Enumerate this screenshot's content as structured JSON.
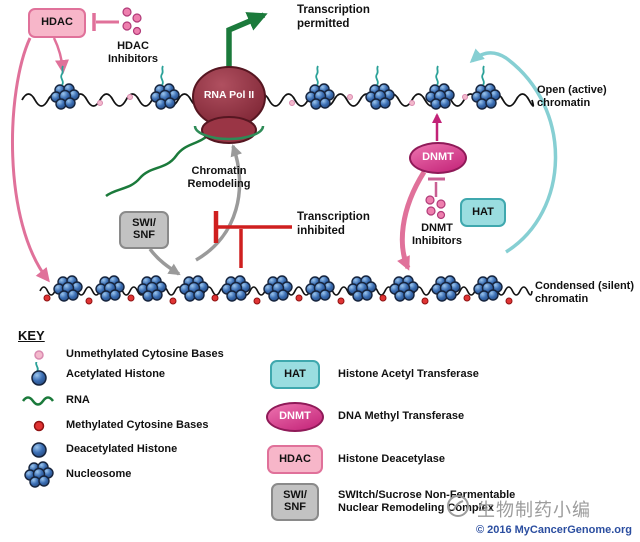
{
  "diagram": {
    "hdac": "HDAC",
    "hdac_inhibitors": "HDAC\nInhibitors",
    "transcription_permitted": "Transcription\npermitted",
    "rna_pol": "RNA Pol II",
    "open_chromatin": "Open (active)\nchromatin",
    "chromatin_remodeling": "Chromatin\nRemodeling",
    "swi_snf": "SWI/\nSNF",
    "transcription_inhibited": "Transcription\ninhibited",
    "dnmt": "DNMT",
    "dnmt_inhibitors": "DNMT\nInhibitors",
    "hat": "HAT",
    "condensed_chromatin": "Condensed (silent)\nchromatin"
  },
  "key": {
    "title": "KEY",
    "items": [
      "Unmethylated Cytosine Bases",
      "Acetylated Histone",
      "RNA",
      "Methylated Cytosine Bases",
      "Deacetylated Histone",
      "Nucleosome"
    ],
    "abbreviations": [
      {
        "abbr": "HAT",
        "label": "Histone Acetyl Transferase"
      },
      {
        "abbr": "DNMT",
        "label": "DNA Methyl Transferase"
      },
      {
        "abbr": "HDAC",
        "label": "Histone Deacetylase"
      },
      {
        "abbr": "SWI/\nSNF",
        "label": "SWItch/Sucrose Non-Fermentable\nNuclear Remodeling Complex"
      }
    ]
  },
  "footer": {
    "watermark": "生物制药小编",
    "copyright": "© 2016 MyCancerGenome.org"
  },
  "colors": {
    "pink": "#f7b6c9",
    "pink_border": "#e0719a",
    "teal": "#9adde0",
    "teal_border": "#3fa8ae",
    "gray": "#c2c2c2",
    "magenta": "#c22277",
    "green": "#1b7a3b",
    "red": "#cf1f1f",
    "nucleosome_blue": "#3a6db3",
    "copyright_blue": "#2b4ea0"
  }
}
